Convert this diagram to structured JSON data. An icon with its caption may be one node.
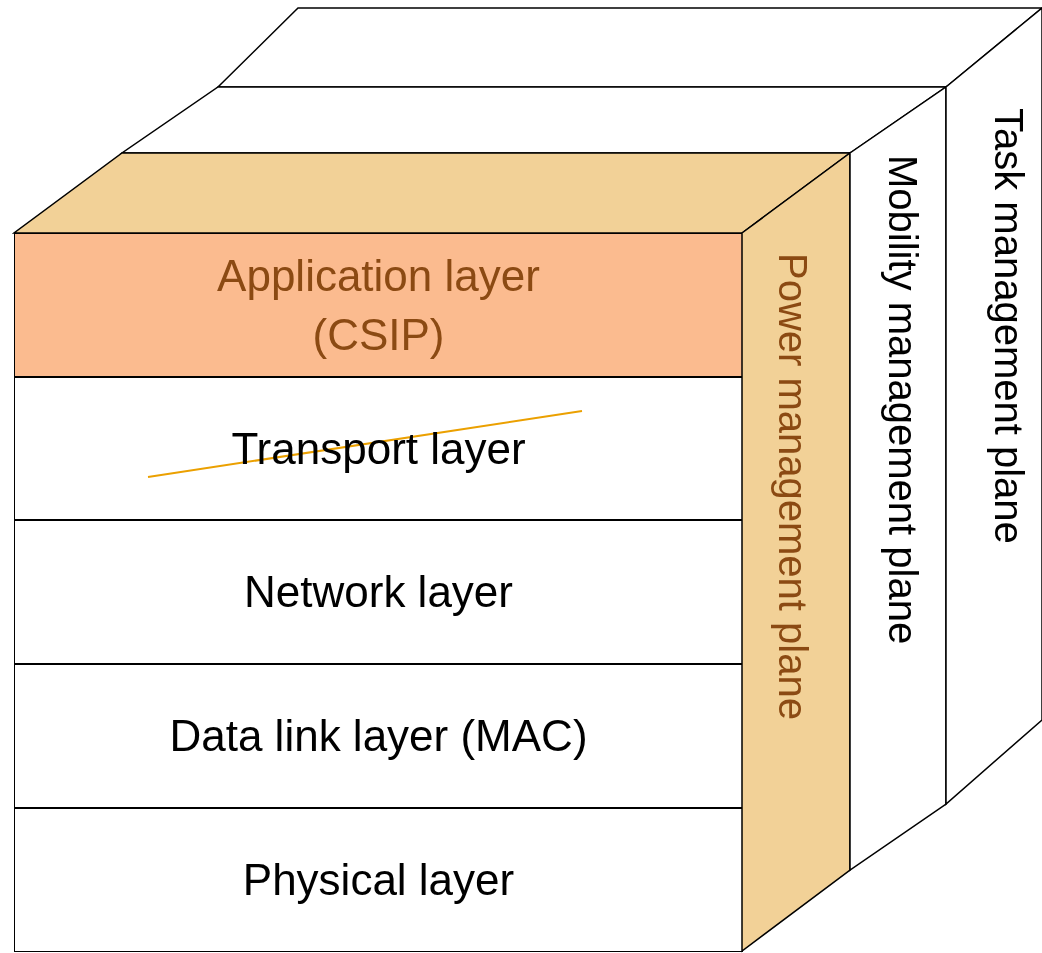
{
  "diagram": {
    "nodes": [
      {
        "text": [
          "Application layer (CSIP)"
        ]
      },
      {
        "text": [
          "Transport layer"
        ]
      },
      {
        "text": [
          "Network layer"
        ]
      },
      {
        "text": [
          "Data link layer (MAC)"
        ]
      },
      {
        "text": [
          "Physical layer"
        ]
      },
      {
        "text": [
          "Power management plane"
        ]
      },
      {
        "text": [
          "Mobility management plane"
        ]
      },
      {
        "text": [
          "Task management plane"
        ]
      }
    ],
    "edges": []
  }
}
